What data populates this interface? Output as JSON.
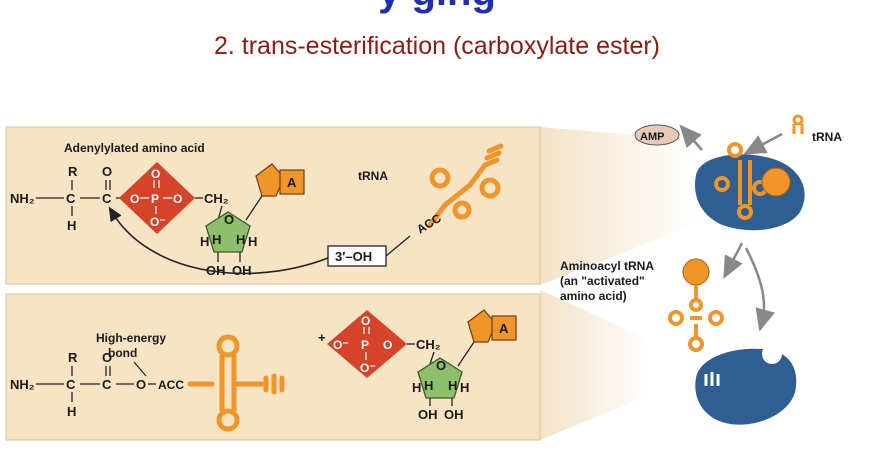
{
  "header": {
    "title_partial": "y     ging",
    "subtitle": "2. trans-esterification (carboxylate ester)"
  },
  "panel_top": {
    "label": "Adenylylated amino acid",
    "trna_label": "tRNA",
    "acc": "ACC",
    "three_oh": "3′–OH",
    "r": "R",
    "o": "O",
    "nh2": "NH₂",
    "c": "C",
    "h": "H",
    "p": "P",
    "ch2": "CH₂",
    "a": "A",
    "oh": "OH",
    "ominus": "O⁻",
    "dash": "–"
  },
  "panel_bottom": {
    "high_energy_1": "High-energy",
    "high_energy_2": "bond",
    "acc": "ACC",
    "plus": "+",
    "r": "R",
    "o": "O",
    "nh2": "NH₂",
    "c": "C",
    "h": "H",
    "p": "P",
    "ch2": "CH₂",
    "a": "A",
    "oh": "OH",
    "ominus": "O⁻"
  },
  "right": {
    "amp": "AMP",
    "trna": "tRNA",
    "aminoacyl_1": "Aminoacyl tRNA",
    "aminoacyl_2": "(an \"activated\"",
    "aminoacyl_3": "amino acid)"
  },
  "colors": {
    "panel_bg": "#f7e4c4",
    "orange": "#f0952a",
    "red_diamond": "#d6432b",
    "sugar_green": "#8fbf6a",
    "blue_enzyme": "#2f5e93",
    "title_blue": "#1f2fae",
    "subtitle_red": "#8a1c14"
  }
}
